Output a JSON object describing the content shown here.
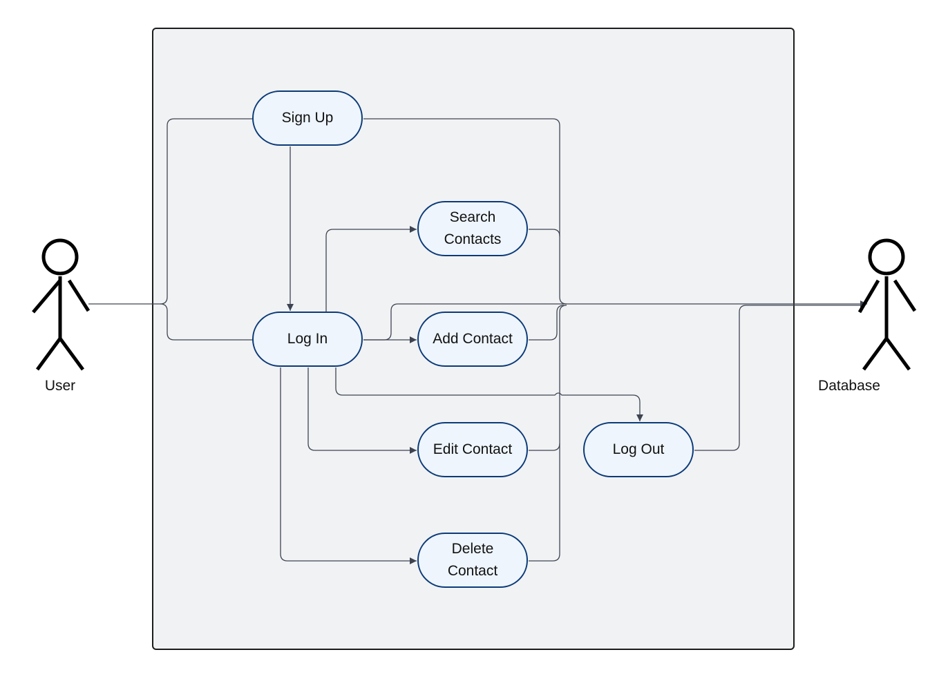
{
  "diagram": {
    "type": "use-case",
    "actors": [
      {
        "id": "user",
        "label": "User"
      },
      {
        "id": "database",
        "label": "Database"
      }
    ],
    "use_cases": [
      {
        "id": "signup",
        "label": "Sign Up"
      },
      {
        "id": "login",
        "label": "Log In"
      },
      {
        "id": "search",
        "label": "Search Contacts"
      },
      {
        "id": "add",
        "label": "Add Contact"
      },
      {
        "id": "edit",
        "label": "Edit Contact"
      },
      {
        "id": "delete",
        "label": "Delete Contact"
      },
      {
        "id": "logout",
        "label": "Log Out"
      }
    ],
    "relations": [
      {
        "from": "user",
        "to": "signup"
      },
      {
        "from": "user",
        "to": "login"
      },
      {
        "from": "signup",
        "to": "login"
      },
      {
        "from": "login",
        "to": "search"
      },
      {
        "from": "login",
        "to": "add"
      },
      {
        "from": "login",
        "to": "edit"
      },
      {
        "from": "login",
        "to": "delete"
      },
      {
        "from": "login",
        "to": "logout"
      },
      {
        "from": "signup",
        "to": "database"
      },
      {
        "from": "search",
        "to": "database"
      },
      {
        "from": "add",
        "to": "database"
      },
      {
        "from": "edit",
        "to": "database"
      },
      {
        "from": "delete",
        "to": "database"
      },
      {
        "from": "logout",
        "to": "database"
      },
      {
        "from": "login",
        "to": "database"
      }
    ]
  }
}
